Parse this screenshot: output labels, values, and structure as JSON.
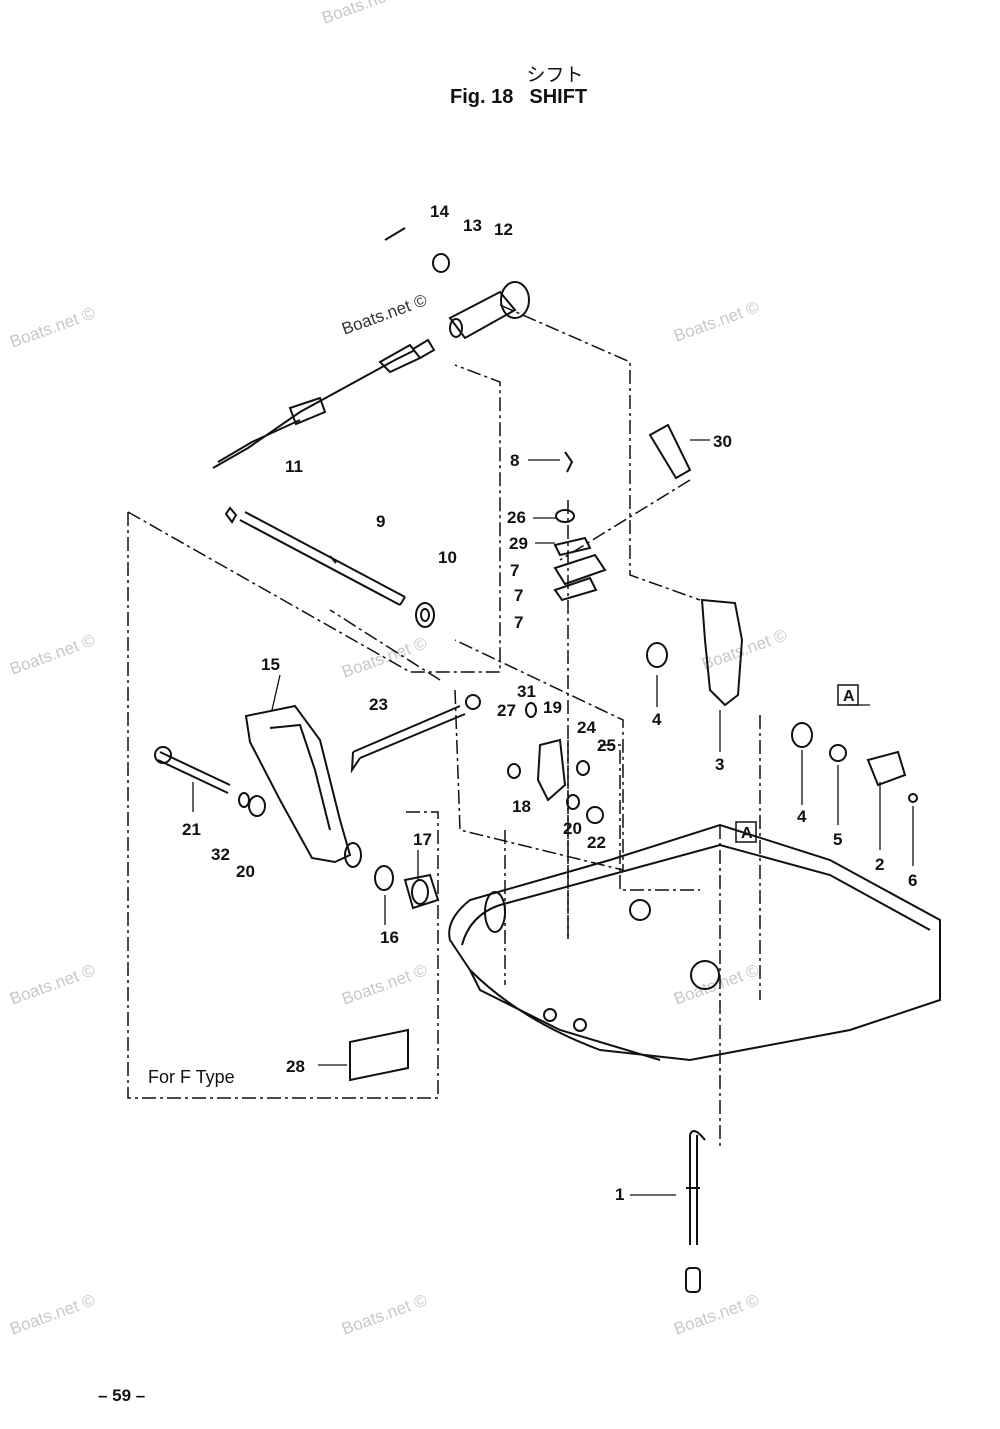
{
  "header": {
    "title_jp": "シフト",
    "fig_label": "Fig. 18",
    "title_en": "SHIFT"
  },
  "watermarks": [
    "Boats.net ©",
    "Boats.net ©",
    "Boats.net ©",
    "Boats.net ©",
    "Boats.net ©",
    "Boats.net ©",
    "Boats.net ©",
    "Boats.net ©",
    "Boats.net ©",
    "Boats.net ©",
    "Boats.net ©",
    "Boats.net ©",
    "Boats.net ©"
  ],
  "callouts": [
    "14",
    "13",
    "12",
    "8",
    "30",
    "26",
    "29",
    "7",
    "7",
    "7",
    "11",
    "9",
    "10",
    "15",
    "4",
    "3",
    "23",
    "31",
    "27",
    "19",
    "24",
    "25",
    "A",
    "4",
    "5",
    "2",
    "6",
    "21",
    "32",
    "20",
    "18",
    "20",
    "22",
    "17",
    "16",
    "A",
    "28",
    "1"
  ],
  "box_caption": "For  F  Type",
  "footer": {
    "page": "– 59 –"
  }
}
